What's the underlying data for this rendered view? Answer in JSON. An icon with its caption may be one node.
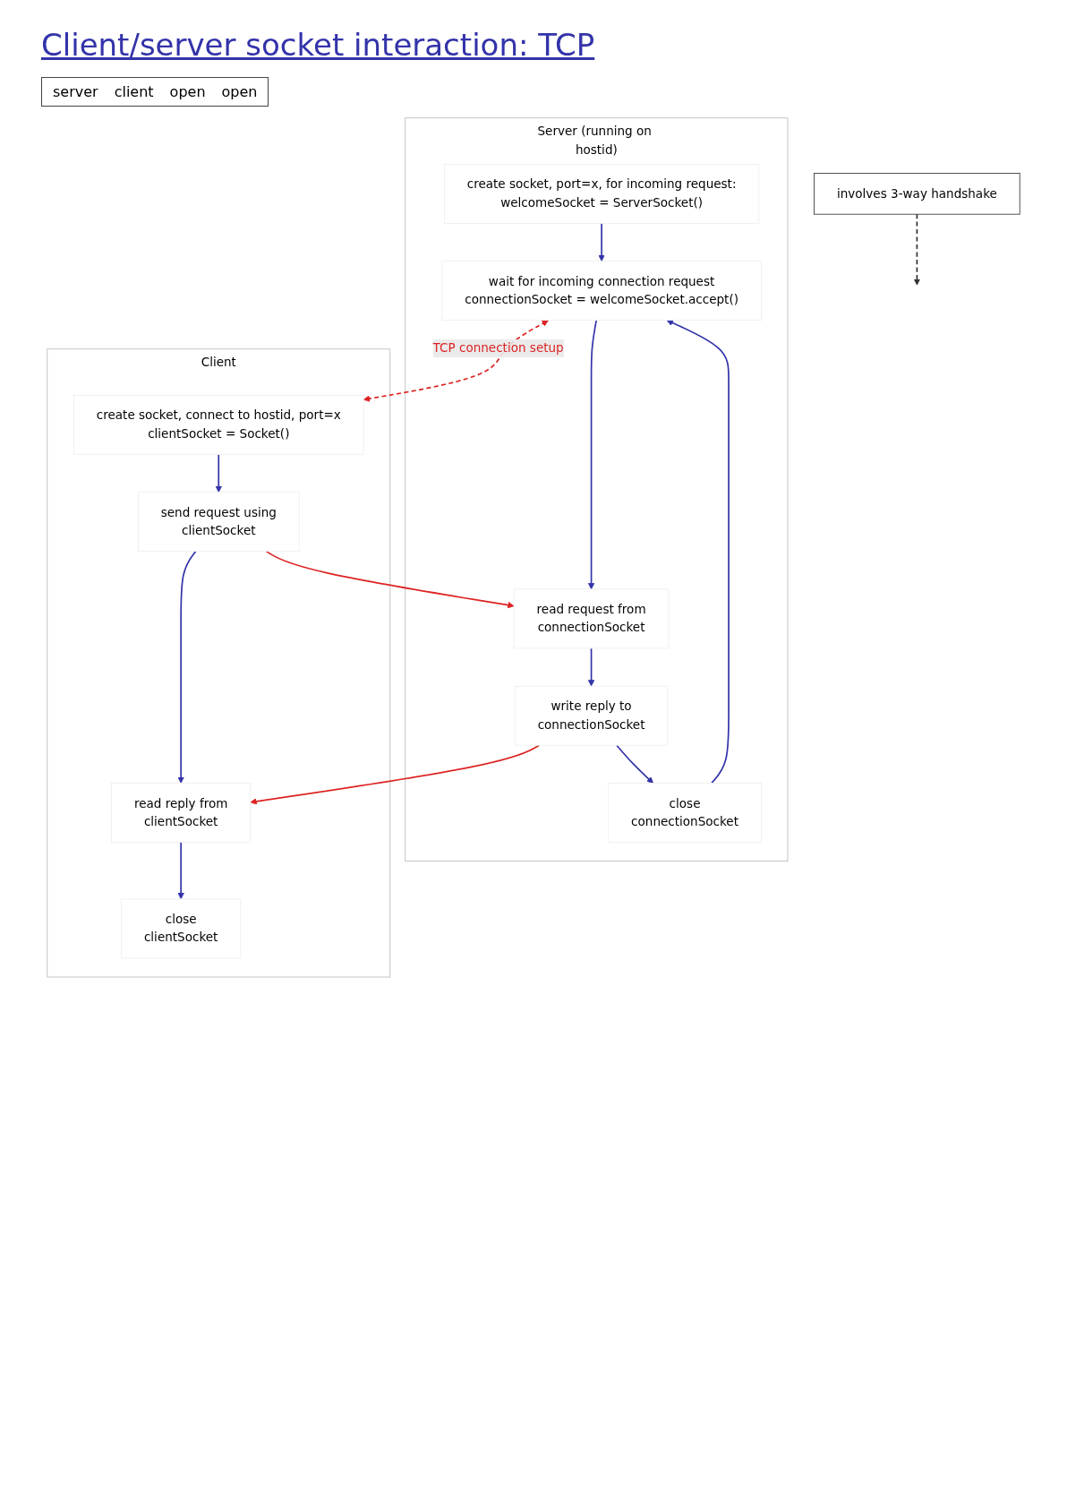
{
  "diagram": {
    "title": "Client/server socket interaction: TCP",
    "nodes": [
      {
        "text": [
          "Server (running on hostid)"
        ]
      },
      {
        "text": [
          "create socket, port=x, for incoming request:",
          "welcomeSocket = ServerSocket()"
        ],
        "in": 0
      },
      {
        "text": [
          "wait for incoming connection request",
          "connectionSocket = welcomeSocket.accept()"
        ],
        "in": 0
      },
      {
        "text": [
          "read request from",
          "connectionSocket"
        ],
        "in": 0
      },
      {
        "text": [
          "write reply to",
          "connectionSocket"
        ],
        "in": 0
      },
      {
        "text": [
          "close",
          "connectionSocket"
        ],
        "in": 0
      },
      {
        "text": [
          "Client"
        ]
      },
      {
        "text": [
          "create socket, connect to hostid, port=x",
          "clientSocket = Socket()"
        ],
        "in": 6
      },
      {
        "text": [
          "send request using",
          "clientSocket"
        ],
        "in": 6
      },
      {
        "text": [
          "read reply from",
          "clientSocket"
        ],
        "in": 6
      },
      {
        "text": [
          "close",
          "clientSocket"
        ],
        "in": 6
      },
      {
        "text": [
          "involves 3-way handshake"
        ]
      }
    ],
    "edges": [
      {
        "from": 1,
        "to": 2,
        "arrow": "to"
      },
      {
        "from": 2,
        "to": 3,
        "arrow": "to"
      },
      {
        "from": 3,
        "to": 4,
        "arrow": "to"
      },
      {
        "from": 4,
        "to": 5,
        "arrow": "to"
      },
      {
        "from": 5,
        "to": 2,
        "arrow": "to"
      },
      {
        "from": 2,
        "to": 7,
        "arrow": "both",
        "label": "TCP connection setup",
        "style": "dashed",
        "color": "#dd2222"
      },
      {
        "from": 7,
        "to": 8,
        "arrow": "to"
      },
      {
        "from": 8,
        "to": 9,
        "arrow": "to"
      },
      {
        "from": 9,
        "to": 10,
        "arrow": "to"
      },
      {
        "from": 8,
        "to": 3,
        "arrow": "to",
        "color": "#dd2222"
      },
      {
        "from": 4,
        "to": 9,
        "arrow": "to",
        "color": "#dd2222"
      },
      {
        "from": 11,
        "to": null,
        "arrow": "to",
        "style": "dashed",
        "color": "#333333"
      }
    ],
    "labels": [
      "server",
      "client",
      "open",
      "open"
    ]
  }
}
